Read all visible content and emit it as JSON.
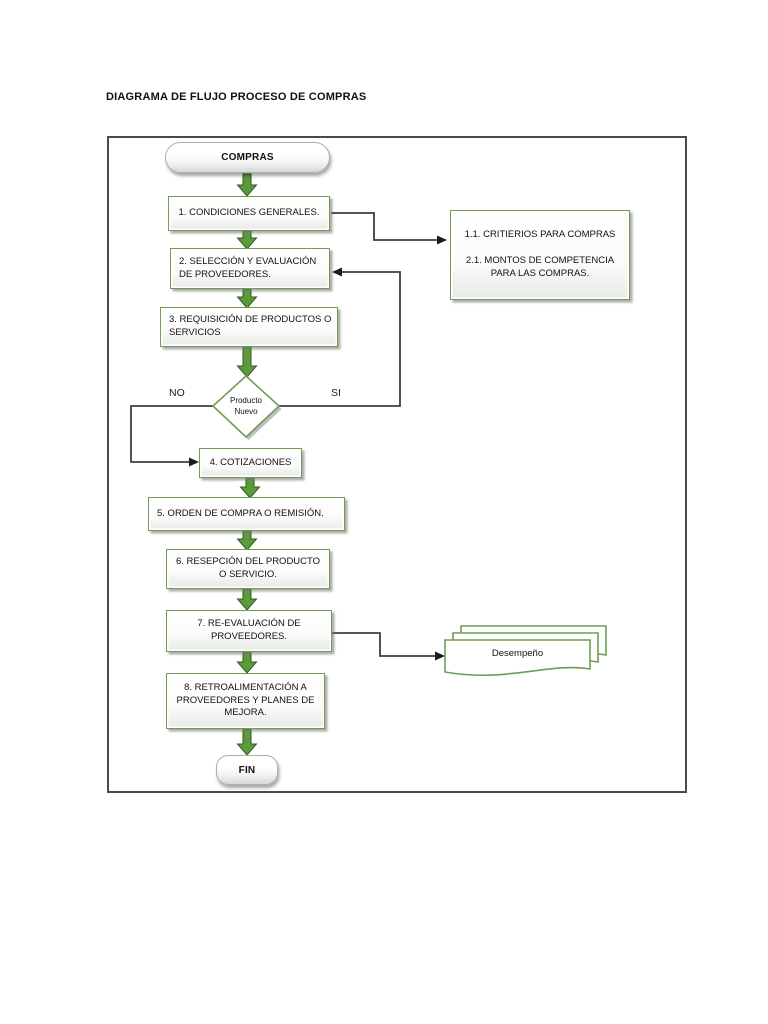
{
  "title": "DIAGRAMA DE FLUJO PROCESO DE COMPRAS",
  "flowchart": {
    "start_label": "COMPRAS",
    "end_label": "FIN",
    "steps": {
      "s1": "1. CONDICIONES GENERALES.",
      "s2": "2. SELECCIÓN Y EVALUACIÓN\nDE PROVEEDORES.",
      "s3": "3. REQUISICIÓN DE PRODUCTOS O\nSERVICIOS",
      "s4": "4. COTIZACIONES",
      "s5": "5. ORDEN DE COMPRA O REMISIÓN.",
      "s6": "6. RESEPCIÓN DEL PRODUCTO\nO SERVICIO.",
      "s7": "7. RE-EVALUACIÓN DE\nPROVEEDORES.",
      "s8": "8. RETROALIMENTACIÓN A\nPROVEEDORES Y PLANES DE\nMEJORA."
    },
    "decision": {
      "label": "Producto\nNuevo",
      "no": "NO",
      "yes": "SI"
    },
    "note": "1.1. CRITIERIOS PARA COMPRAS\n\n2.1. MONTOS DE COMPETENCIA\nPARA LAS COMPRAS.",
    "document_label": "Desempeño"
  },
  "colors": {
    "shape_border": "#6f9d53",
    "arrow_fill": "#5c9a3c",
    "arrow_stroke": "#2f5a1e",
    "connector": "#3f3f3f",
    "frame_border": "#4a4a4a",
    "text": "#111111"
  }
}
